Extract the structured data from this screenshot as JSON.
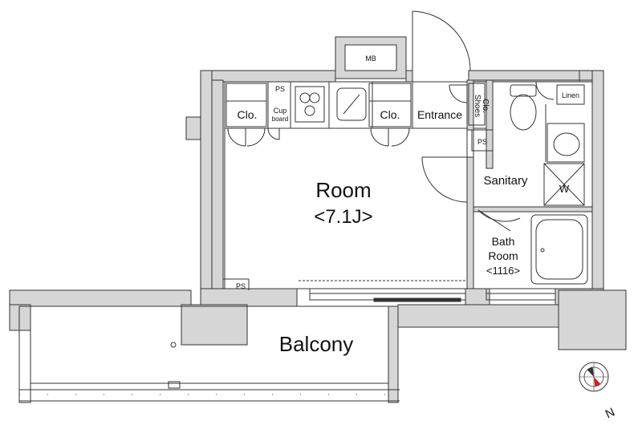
{
  "rooms": {
    "main_name": "Room",
    "main_size": "<7.1J>",
    "balcony": "Balcony",
    "entrance": "Entrance",
    "sanitary": "Sanitary",
    "bath_line1": "Bath",
    "bath_line2": "Room",
    "bath_size": "<1116>"
  },
  "fixtures": {
    "closet_left": "Clo.",
    "closet_right": "Clo.",
    "cupboard_line1": "Cup",
    "cupboard_line2": "board",
    "shoes_line1": "Shoes",
    "shoes_line2": "Clo.",
    "linen": "Linen",
    "washer": "W",
    "meter_box": "MB",
    "ps_top": "PS",
    "ps_sanitary": "PS",
    "ps_bottom": "PS"
  },
  "compass": {
    "north_label": "N"
  },
  "colors": {
    "wall_fill": "#d6d6d6",
    "line": "#333333",
    "compass_red": "#cc2222"
  }
}
